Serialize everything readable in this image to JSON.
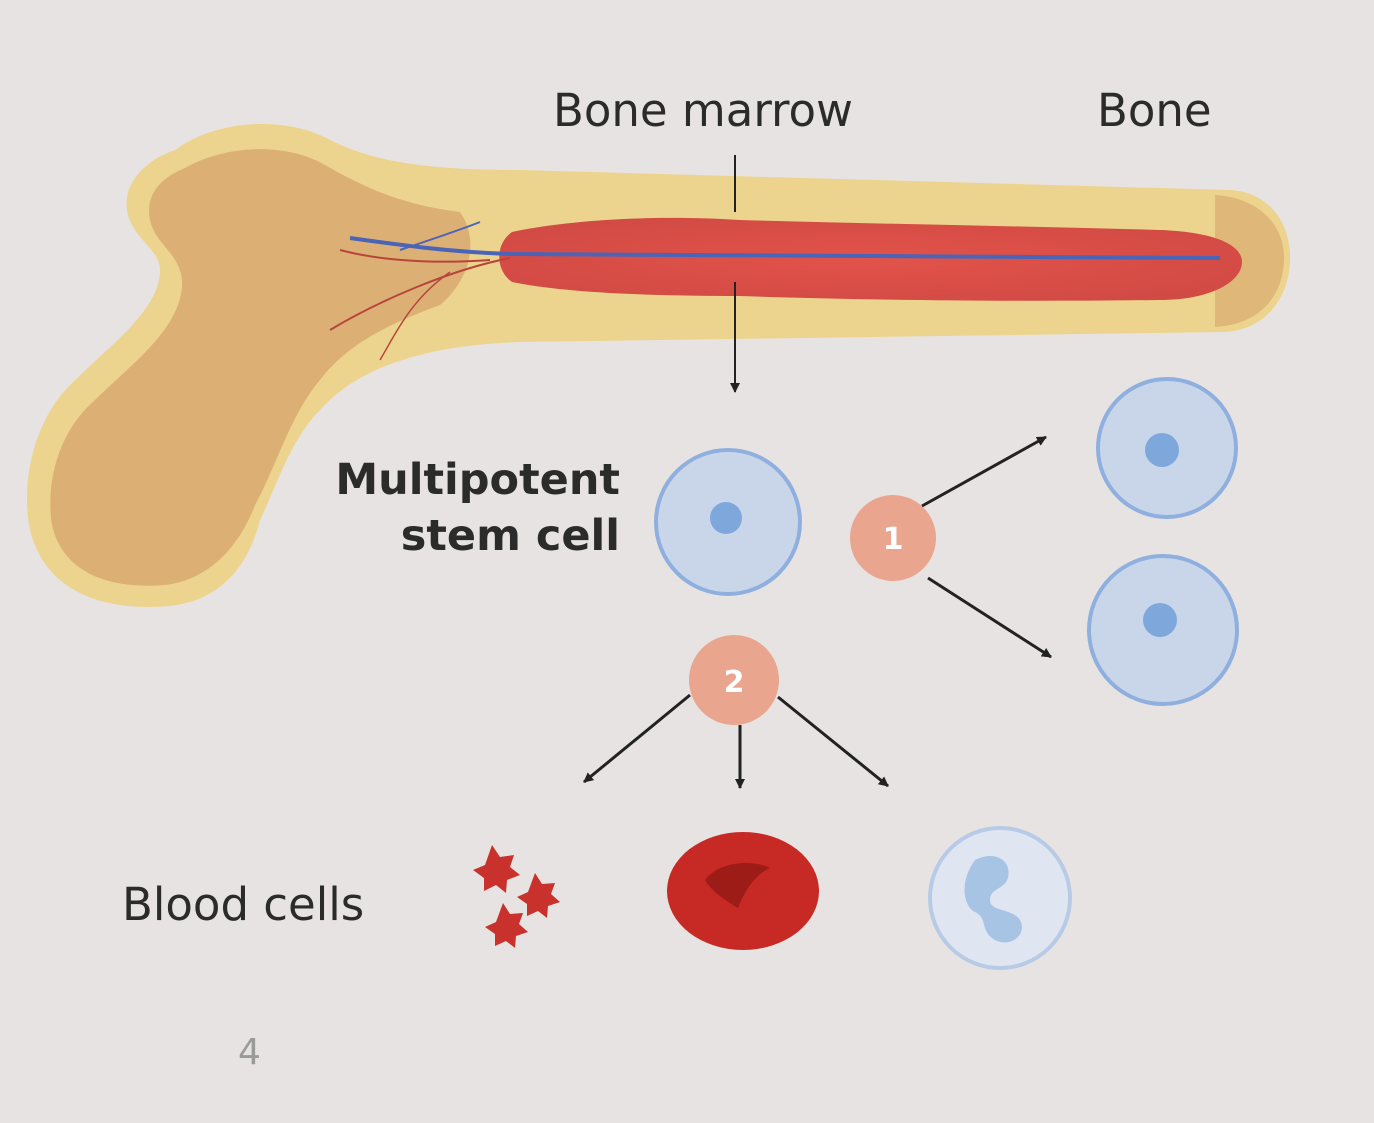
{
  "labels": {
    "bone_marrow": "Bone marrow",
    "bone": "Bone",
    "stem_cell_line1": "Multipotent",
    "stem_cell_line2": "stem cell",
    "blood_cells": "Blood cells",
    "page_number": "4"
  },
  "steps": [
    "1",
    "2"
  ],
  "colors": {
    "background": "#e7e3e2",
    "bone": "#ecd48e",
    "bone_spongy": "#dcb074",
    "marrow": "#d9534a",
    "vessel": "#4a64b8",
    "stem_cell_fill": "#c9d6ea",
    "stem_cell_edge": "#8fb0de",
    "nucleus": "#7ea8dc",
    "step_circle": "#eaa58f",
    "red_cell": "#c72a24",
    "platelet": "#c8312c",
    "white_cell_fill": "#dfe6f2",
    "arrow": "#222222"
  },
  "icons": {
    "bone": "bone-icon",
    "stem_cell": "stem-cell-icon",
    "platelets": "platelet-icon",
    "red_blood_cell": "red-blood-cell-icon",
    "white_blood_cell": "white-blood-cell-icon"
  }
}
